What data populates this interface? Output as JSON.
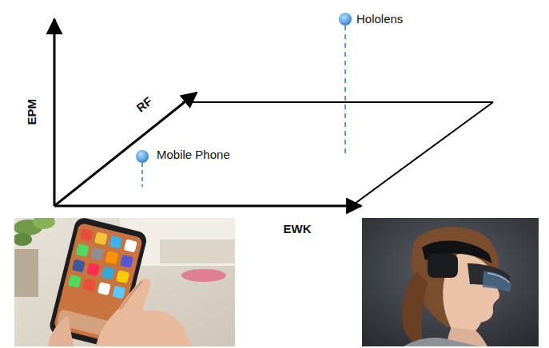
{
  "diagram": {
    "labels": [
      "Hololens",
      "EPM",
      "RF",
      "Mobile Phone",
      "EWK"
    ]
  }
}
